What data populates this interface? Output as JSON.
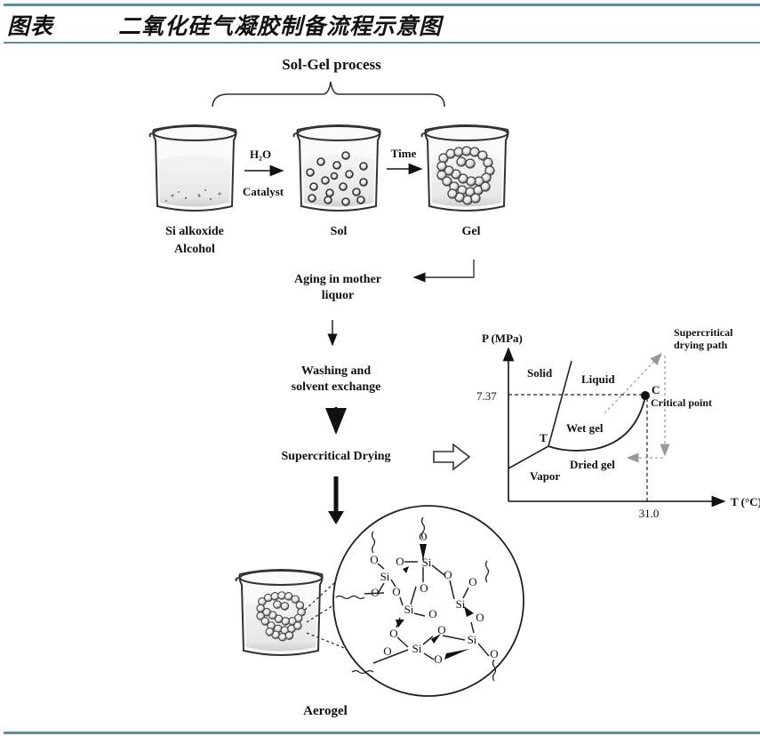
{
  "header": {
    "label": "图表",
    "title": "二氧化硅气凝胶制备流程示意图",
    "accent_color": "#5a8ea0"
  },
  "solgel": {
    "title": "Sol-Gel process",
    "beakers": [
      {
        "name": "si-alkoxide",
        "label_line1": "Si alkoxide",
        "label_line2": "Alcohol"
      },
      {
        "name": "sol",
        "label_line1": "Sol",
        "label_line2": ""
      },
      {
        "name": "gel",
        "label_line1": "Gel",
        "label_line2": ""
      }
    ],
    "arrow1_top": "H₂O",
    "arrow1_bottom": "Catalyst",
    "arrow2_top": "Time"
  },
  "steps": [
    {
      "line1": "Aging in mother",
      "line2": "liquor"
    },
    {
      "line1": "Washing and",
      "line2": "solvent exchange"
    },
    {
      "line1": "Supercritical Drying",
      "line2": ""
    }
  ],
  "aerogel": {
    "label": "Aerogel",
    "atoms": {
      "si": "Si",
      "o": "O"
    }
  },
  "phase_diagram": {
    "y_axis_label": "P (MPa)",
    "x_axis_label": "T (°C)",
    "critical_pressure": "7.37",
    "critical_temperature": "31.0",
    "regions": [
      "Solid",
      "Liquid",
      "Vapor",
      "Wet gel",
      "Dried gel"
    ],
    "triple_point": "T",
    "critical_point_letter": "C",
    "critical_point_label": "Critical point",
    "path_label_line1": "Supercritical",
    "path_label_line2": "drying path"
  }
}
